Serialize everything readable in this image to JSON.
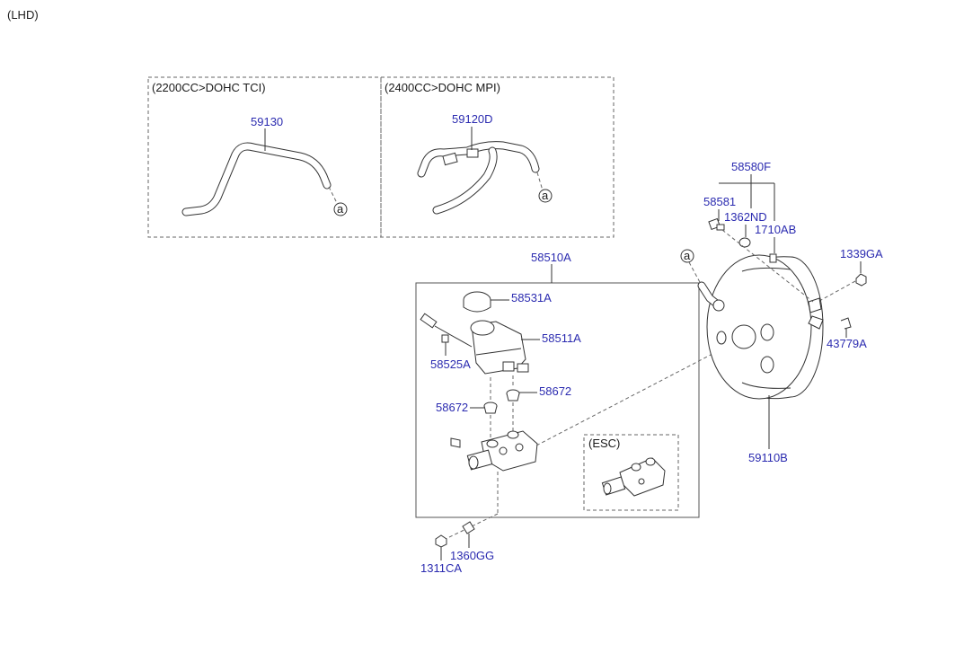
{
  "header": {
    "drive": "(LHD)"
  },
  "variants": {
    "tci": "(2200CC>DOHC TCI)",
    "mpi": "(2400CC>DOHC MPI)",
    "esc": "(ESC)"
  },
  "ref_marker": "a",
  "parts": {
    "p59130": "59130",
    "p59120D": "59120D",
    "p58510A": "58510A",
    "p58531A": "58531A",
    "p58511A": "58511A",
    "p58525A": "58525A",
    "p58672_right": "58672",
    "p58672_left": "58672",
    "p1360GG": "1360GG",
    "p1311CA": "1311CA",
    "p58580F": "58580F",
    "p58581": "58581",
    "p1362ND": "1362ND",
    "p1710AB": "1710AB",
    "p1339GA": "1339GA",
    "p43779A": "43779A",
    "p59110B": "59110B"
  }
}
